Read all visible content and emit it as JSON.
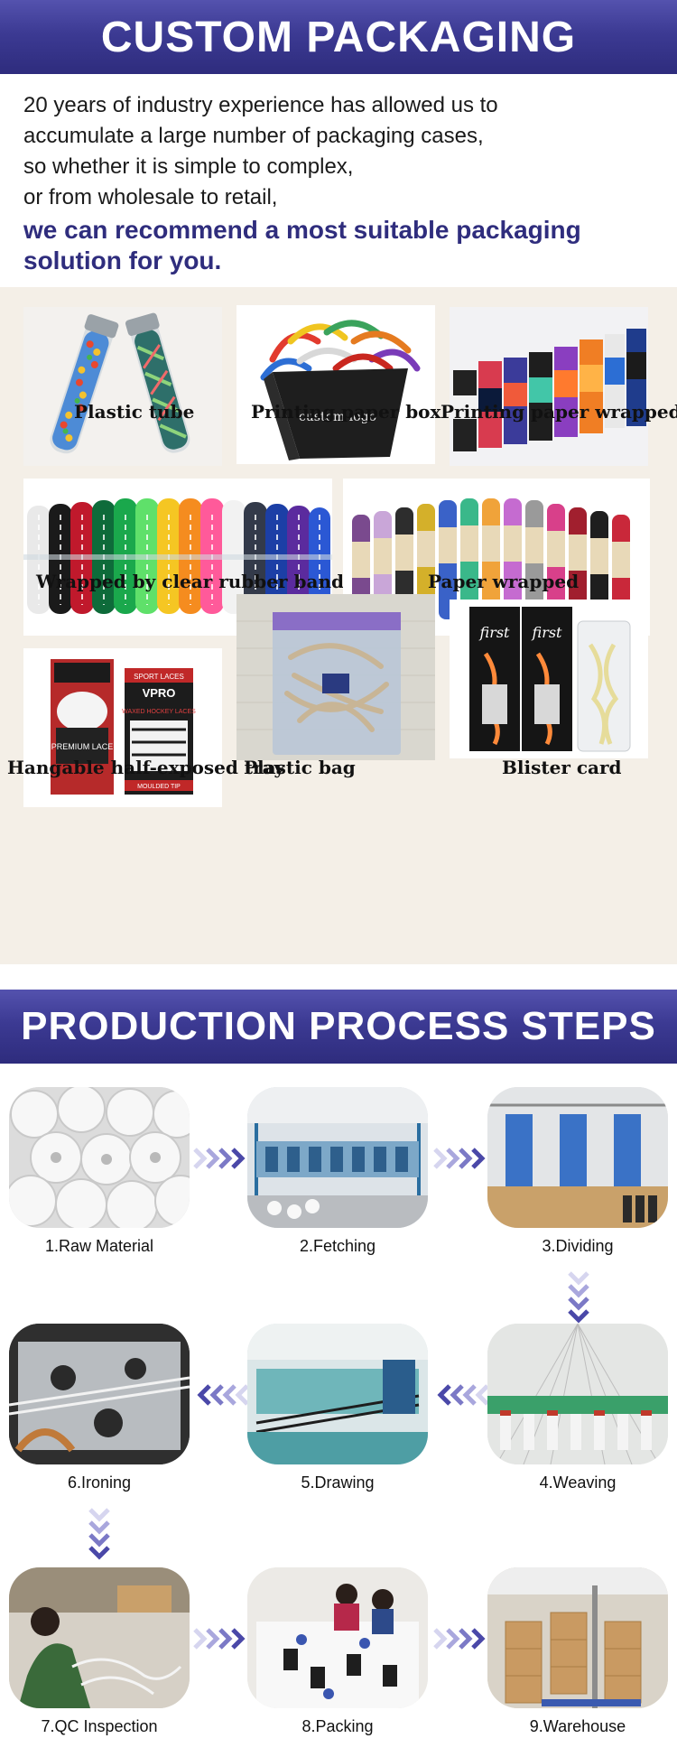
{
  "packaging": {
    "title": "CUSTOM PACKAGING",
    "intro_lines": [
      "20 years of industry experience has allowed us to",
      "accumulate a large number of packaging cases,",
      "so whether it is simple to complex,",
      "or from wholesale to retail,"
    ],
    "highlight": "we can recommend a most suitable packaging solution for you.",
    "items": [
      {
        "caption": "Plastic tube"
      },
      {
        "caption": "Printing paper box"
      },
      {
        "caption": "Printing paper wrapped"
      },
      {
        "caption": "Wrapped by clear rubber band"
      },
      {
        "caption": "Paper wrapped"
      },
      {
        "caption": "Hangable half-exposed tray"
      },
      {
        "caption": "Plastic bag"
      },
      {
        "caption": "Blister card"
      }
    ],
    "box_logo_text": "custom logo",
    "brand_texts": [
      "PREMIUM LACE",
      "VPRO",
      "SPORT LACES",
      "WAXED HOCKEY LACES",
      "MOULDED TIP",
      "first",
      "first"
    ]
  },
  "process": {
    "title": "PRODUCTION PROCESS STEPS",
    "steps": [
      {
        "label": "1.Raw Material"
      },
      {
        "label": "2.Fetching"
      },
      {
        "label": "3.Dividing"
      },
      {
        "label": "4.Weaving"
      },
      {
        "label": "5.Drawing"
      },
      {
        "label": "6.Ironing"
      },
      {
        "label": "7.QC Inspection"
      },
      {
        "label": "8.Packing"
      },
      {
        "label": "9.Warehouse"
      }
    ]
  },
  "colors": {
    "banner": "#3c3a93",
    "highlight_text": "#2f2d7d",
    "panel_bg": "#f4efe7",
    "arrow": "#4a48a8"
  }
}
